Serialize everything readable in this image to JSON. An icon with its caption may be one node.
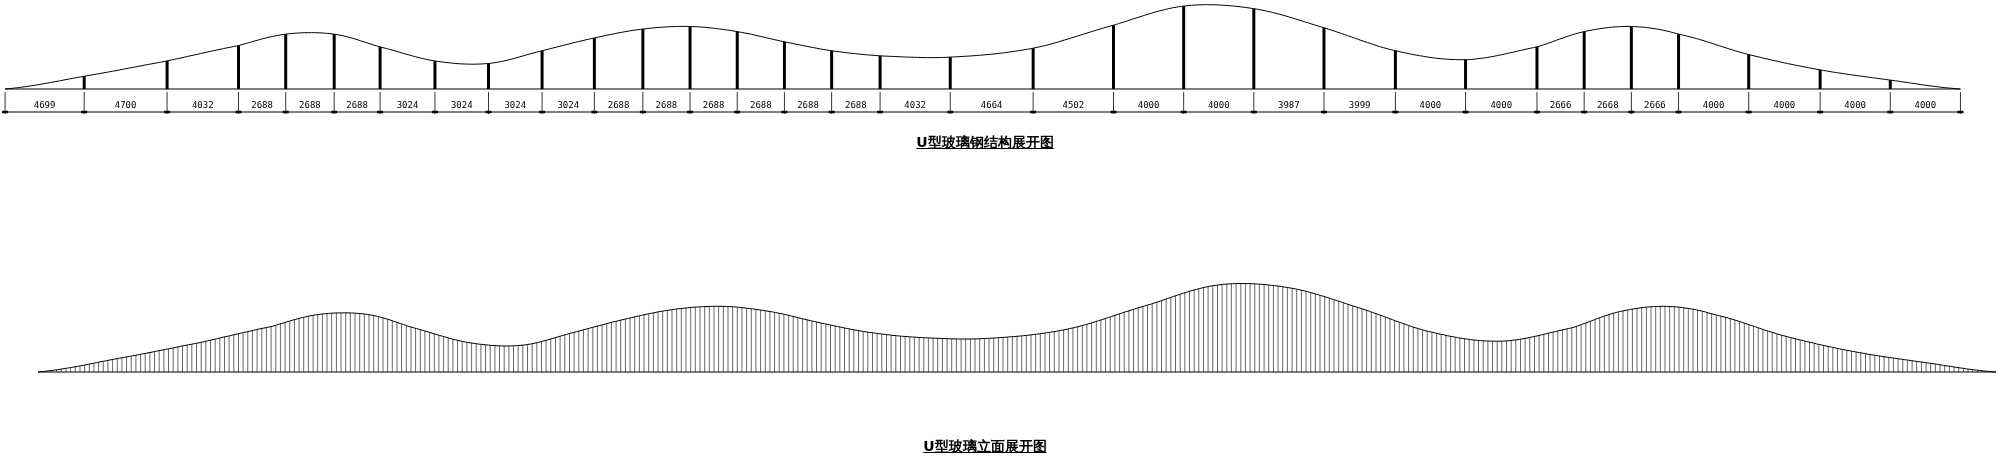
{
  "diagram": {
    "labels": [
      "4699",
      "4700",
      "4032",
      "2688",
      "2688",
      "2688",
      "3024",
      "3024",
      "3024",
      "3024",
      "2688",
      "2688",
      "2688",
      "2688",
      "2688",
      "2688",
      "4032",
      "4664",
      "4502",
      "4000",
      "4000",
      "3987",
      "3999",
      "4000",
      "4000",
      "2666",
      "2668",
      "2666",
      "4000",
      "4000",
      "4000",
      "4000",
      "U型玻璃钢结构展开图",
      "U型玻璃立面展开图"
    ]
  }
}
